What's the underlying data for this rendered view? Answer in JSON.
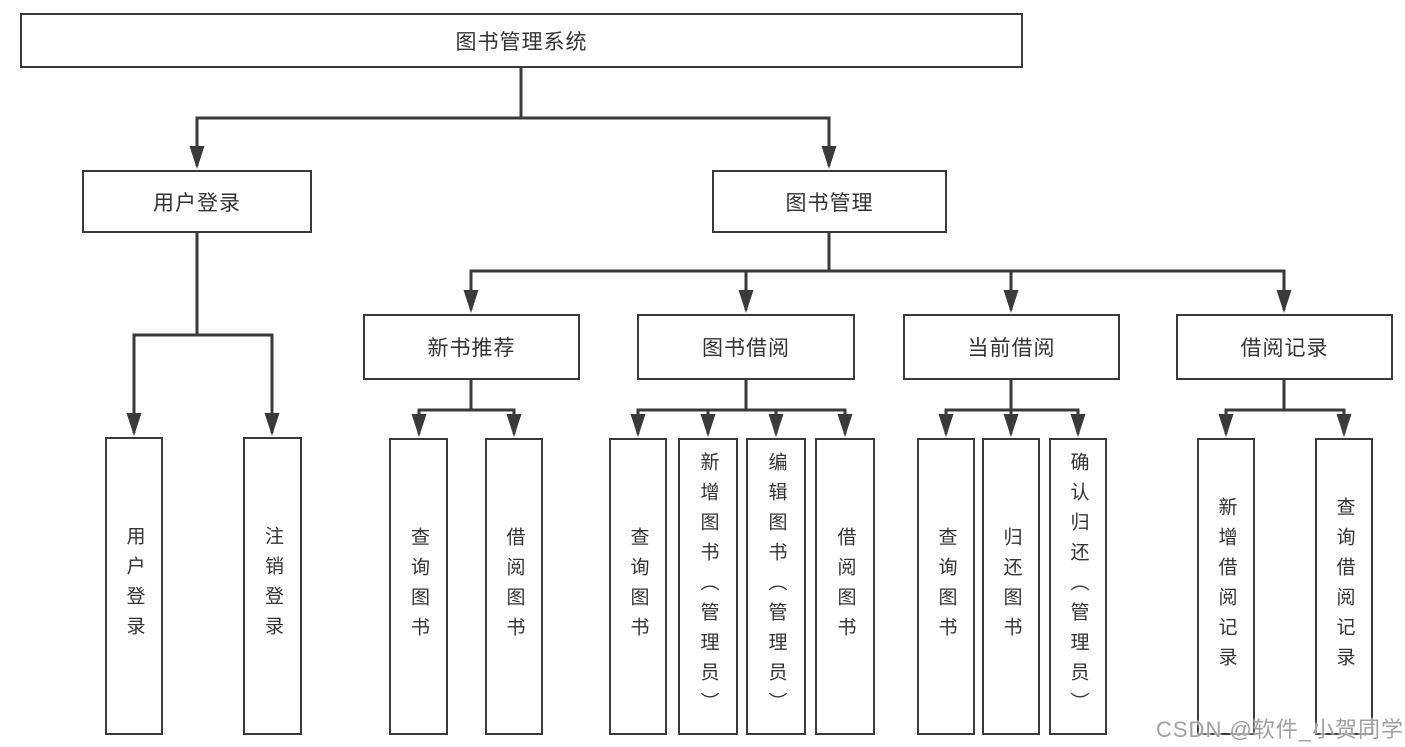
{
  "tree": {
    "root": "图书管理系统",
    "children": [
      {
        "label": "用户登录",
        "children": [
          "用户登录",
          "注销登录"
        ]
      },
      {
        "label": "图书管理",
        "children": [
          {
            "label": "新书推荐",
            "children": [
              "查询图书",
              "借阅图书"
            ]
          },
          {
            "label": "图书借阅",
            "children": [
              "查询图书",
              "新增图书（管理员）",
              "编辑图书（管理员）",
              "借阅图书"
            ]
          },
          {
            "label": "当前借阅",
            "children": [
              "查询图书",
              "归还图书",
              "确认归还（管理员）"
            ]
          },
          {
            "label": "借阅记录",
            "children": [
              "新增借阅记录",
              "查询借阅记录"
            ]
          }
        ]
      }
    ]
  },
  "watermark": "CSDN @软件_小贺同学",
  "colors": {
    "line": "#3a3a3a",
    "text": "#333333",
    "box_background": "#ffffff",
    "watermark": "#a0a0a0"
  }
}
